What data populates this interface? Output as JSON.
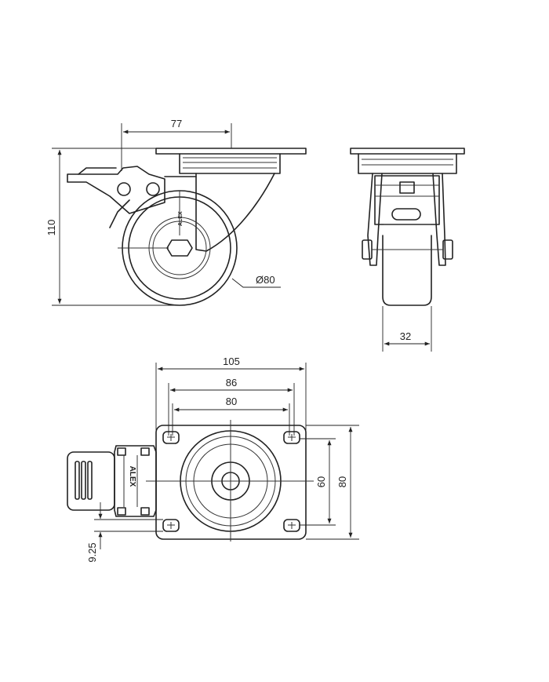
{
  "drawing": {
    "brand_text": "ALEX",
    "dimensions": {
      "offset": "77",
      "height": "110",
      "wheel_diameter": "Ø80",
      "wheel_width": "32",
      "plate_length": "105",
      "hole_spacing_outer": "86",
      "hole_spacing_inner": "80",
      "plate_width": "80",
      "hole_spacing_width": "60",
      "hole_diameter": "9.25"
    }
  }
}
